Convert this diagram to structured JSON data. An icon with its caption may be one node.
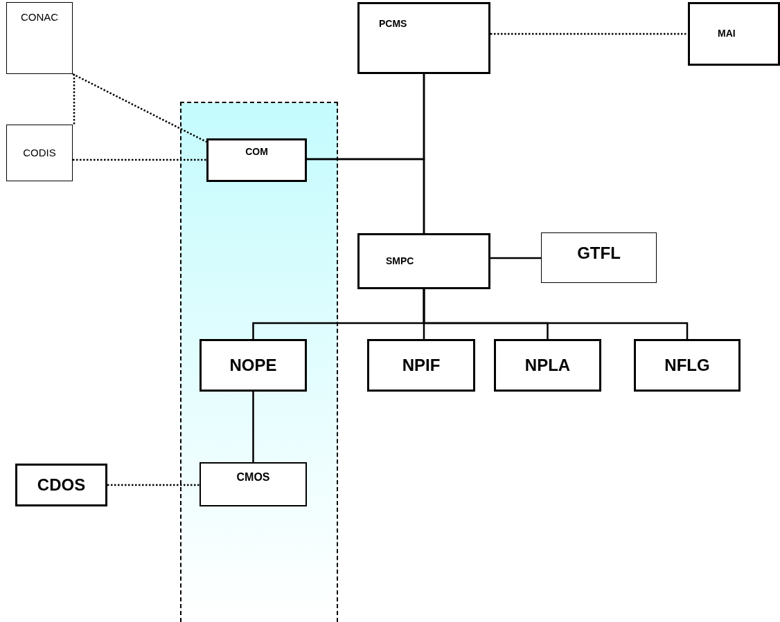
{
  "diagram": {
    "nodes": [
      {
        "text": [
          "CONAC"
        ]
      },
      {
        "text": [
          "PCMS"
        ]
      },
      {
        "text": [
          "MAI"
        ]
      },
      {
        "text": [],
        "shape": "band"
      },
      {
        "text": [
          "CODIS"
        ]
      },
      {
        "text": [
          "COM"
        ],
        "in": 3
      },
      {
        "text": [
          "SMPC"
        ]
      },
      {
        "text": [
          "GTFL"
        ]
      },
      {
        "text": [
          "NOPE"
        ],
        "in": 3
      },
      {
        "text": [
          "NPIF"
        ]
      },
      {
        "text": [
          "NPLA"
        ]
      },
      {
        "text": [
          "NFLG"
        ]
      },
      {
        "text": [
          "CDOS"
        ]
      },
      {
        "text": [
          "CMOS"
        ],
        "in": 3
      }
    ],
    "edges": [
      {
        "from": 1,
        "to": 2,
        "arrow": "none",
        "style": "dashed"
      },
      {
        "from": 0,
        "to": 4,
        "arrow": "none",
        "style": "dashed"
      },
      {
        "from": 0,
        "to": 5,
        "arrow": "none",
        "style": "dashed"
      },
      {
        "from": 4,
        "to": 5,
        "arrow": "none",
        "style": "dashed"
      },
      {
        "from": 1,
        "to": 6,
        "arrow": "none"
      },
      {
        "from": 5,
        "to": 1,
        "arrow": "none"
      },
      {
        "from": 5,
        "to": 6,
        "arrow": "none"
      },
      {
        "from": 6,
        "to": 7,
        "arrow": "none"
      },
      {
        "from": 6,
        "to": 8,
        "arrow": "none"
      },
      {
        "from": 6,
        "to": 9,
        "arrow": "none"
      },
      {
        "from": 6,
        "to": 10,
        "arrow": "none"
      },
      {
        "from": 6,
        "to": 11,
        "arrow": "none"
      },
      {
        "from": 8,
        "to": 13,
        "arrow": "none"
      },
      {
        "from": 12,
        "to": 13,
        "arrow": "none",
        "style": "dashed"
      }
    ]
  }
}
